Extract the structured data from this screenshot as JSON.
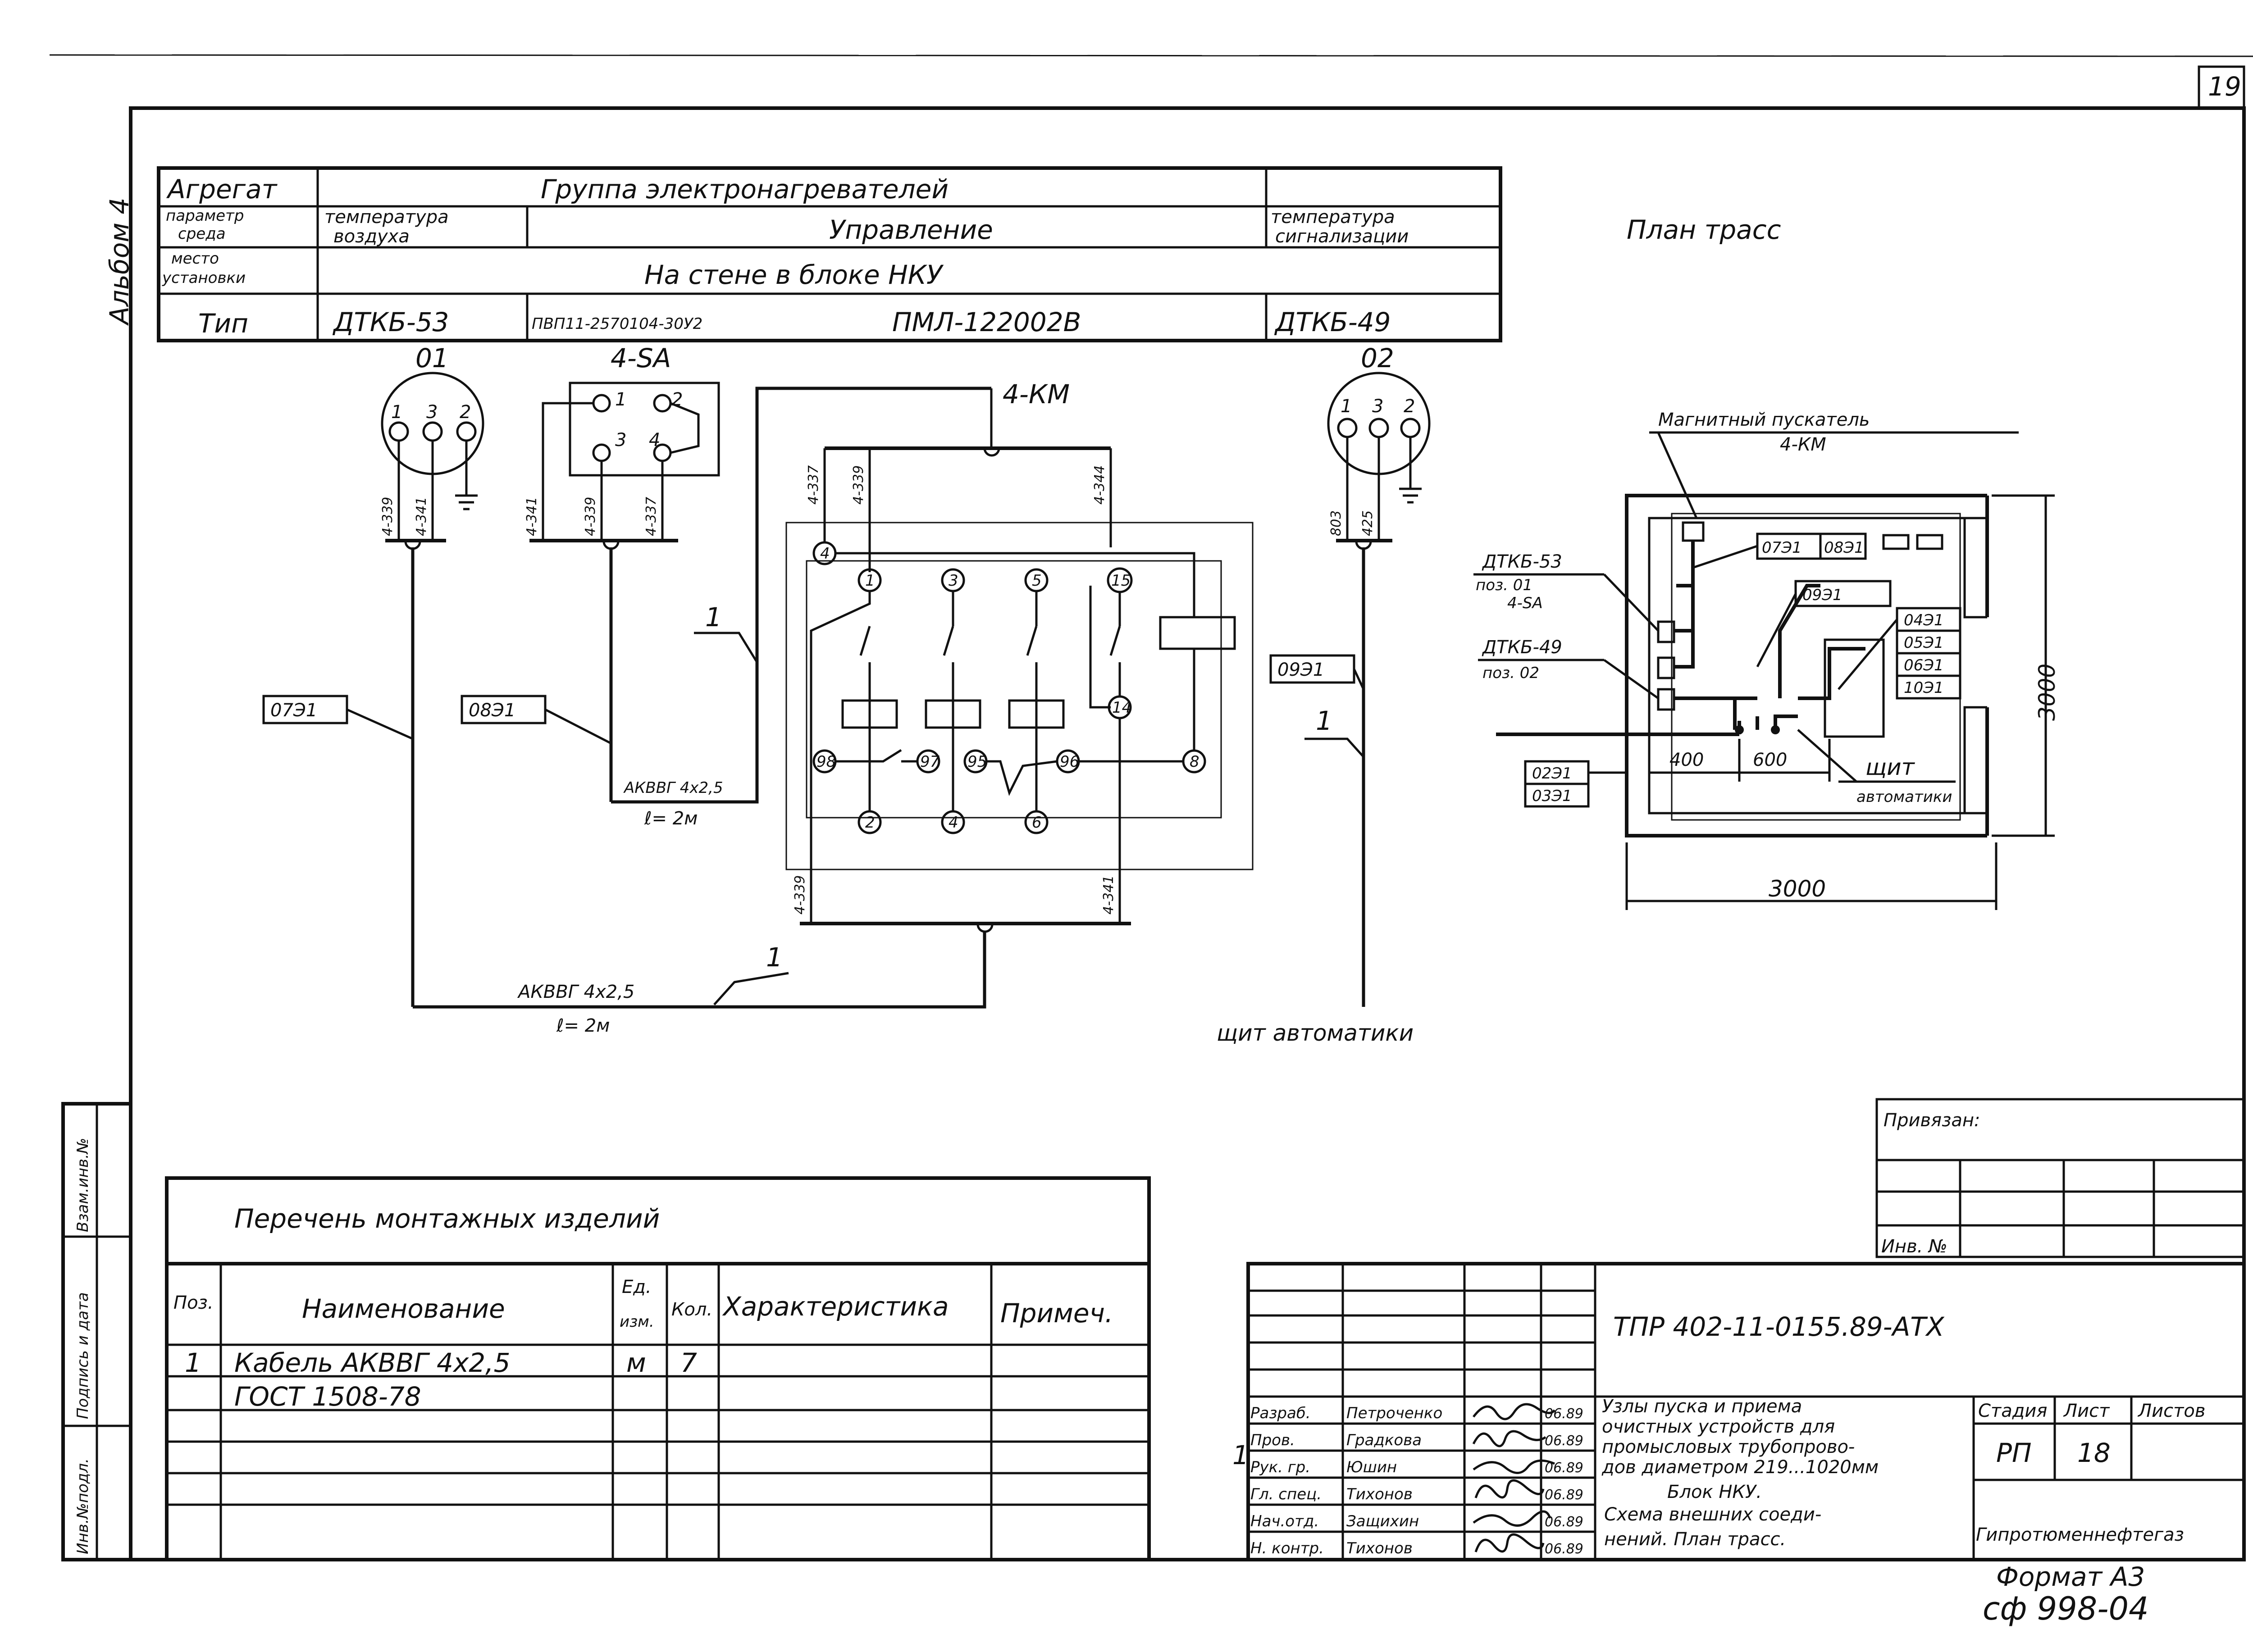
{
  "sheet": {
    "page_no": "19",
    "album": "Альбом 4",
    "plan_title": "План трасс",
    "shield_label": "щит автоматики",
    "format": "Формат А3",
    "stamp": "сф 998-04"
  },
  "param_table": {
    "row_labels": [
      "Агрегат",
      "параметр среда",
      "место установки",
      "Тип"
    ],
    "aggregate": "Группа электронагревателей",
    "params": [
      "температура воздуха",
      "Управление",
      "температура сигнализации"
    ],
    "place": "На стене в блоке НКУ",
    "types": [
      "ДТКБ-53",
      "ПВП11-2570104-30У2",
      "ПМЛ-122002В",
      "ДТКБ-49"
    ]
  },
  "schematic": {
    "dev01": "01",
    "dev02": "02",
    "dev_sa": "4-SA",
    "dev_km": "4-КМ",
    "dev01_pins": [
      "1",
      "3",
      "2"
    ],
    "dev02_pins": [
      "1",
      "3",
      "2"
    ],
    "sa_pins": [
      "1",
      "2",
      "3",
      "4"
    ],
    "wires_01": [
      "4-339",
      "4-341"
    ],
    "wires_sa": [
      "4-341",
      "4-339",
      "4-337"
    ],
    "wires_02": [
      "803",
      "425"
    ],
    "wires_km_top": [
      "4-337",
      "4-339",
      "4-344"
    ],
    "wires_km_bot": [
      "4-339",
      "4-341"
    ],
    "cables": [
      "07Э1",
      "08Э1",
      "09Э1"
    ],
    "cable_spec": "АКВВГ 4х2,5",
    "cable_len": "ℓ= 2м",
    "route_marker": "1",
    "km_terminals": [
      "4",
      "1",
      "3",
      "5",
      "15",
      "14",
      "98",
      "97",
      "95",
      "96",
      "8",
      "2",
      "4",
      "6"
    ]
  },
  "plan": {
    "starter": "Магнитный пускатель",
    "starter_ref": "4-КМ",
    "dtkb53": "ДТКБ-53",
    "dtkb53_pos": "поз. 01",
    "dtkb53_sa": "4-SA",
    "dtkb49": "ДТКБ-49",
    "dtkb49_pos": "поз. 02",
    "cables_top": [
      "07Э1",
      "08Э1"
    ],
    "cable_09": "09Э1",
    "cables_right": [
      "04Э1",
      "05Э1",
      "06Э1",
      "10Э1"
    ],
    "cables_left": [
      "02Э1",
      "03Э1"
    ],
    "dim_400": "400",
    "dim_600": "600",
    "dim_3000_w": "3000",
    "dim_3000_h": "3000",
    "shield": "щит",
    "shield_sub": "автоматики"
  },
  "parts_list": {
    "title": "Перечень монтажных изделий",
    "headers": [
      "Поз.",
      "Наименование",
      "Ед. изм.",
      "Кол.",
      "Характеристика",
      "Примеч."
    ],
    "rows": [
      [
        "1",
        "Кабель АКВВГ 4х2,5",
        "м",
        "7",
        "",
        ""
      ],
      [
        "",
        "ГОСТ 1508-78",
        "",
        "",
        "",
        ""
      ]
    ]
  },
  "left_strip": [
    "Инв.№подл.",
    "Подпись и дата",
    "Взам.инв.№"
  ],
  "binding": {
    "label": "Привязан:",
    "inv": "Инв. №"
  },
  "title_block": {
    "code": "ТПР 402-11-0155.89-АТХ",
    "roles": [
      "Разраб.",
      "Пров.",
      "Рук. гр.",
      "Гл. спец.",
      "Нач.отд.",
      "Н. контр."
    ],
    "names": [
      "Петроченко",
      "Градкова",
      "Юшин",
      "Тихонов",
      "Защихин",
      "Тихонов"
    ],
    "dates": [
      "06.89",
      "06.89",
      "06.89",
      "06.89",
      "06.89",
      "06.89"
    ],
    "change_mark": "1",
    "object_name": [
      "Узлы пуска и приема",
      "очистных устройств для",
      "промысловых трубопрово-",
      "дов диаметром 219...1020мм"
    ],
    "sheet_title": [
      "Блок НКУ.",
      "Схема внешних соеди-",
      "нений. План трасс."
    ],
    "stage_label": "Стадия",
    "sheet_label": "Лист",
    "sheets_label": "Листов",
    "stage": "РП",
    "sheet": "18",
    "org": "Гипротюменнефтегаз"
  }
}
